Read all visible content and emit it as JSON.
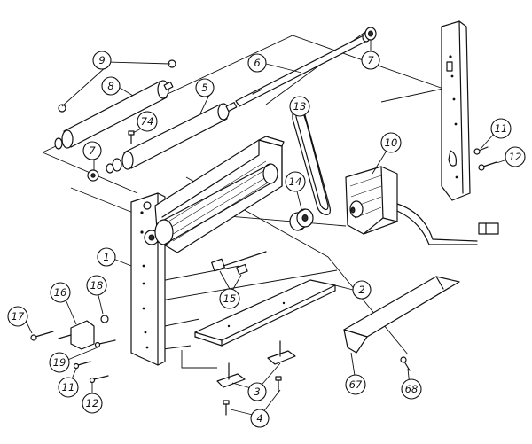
{
  "callouts": {
    "c1": "1",
    "c2": "2",
    "c3": "3",
    "c4": "4",
    "c5": "5",
    "c6": "6",
    "c7a": "7",
    "c7b": "7",
    "c8": "8",
    "c9": "9",
    "c10": "10",
    "c11a": "11",
    "c11b": "11",
    "c12a": "12",
    "c12b": "12",
    "c13": "13",
    "c14": "14",
    "c15": "15",
    "c16": "16",
    "c17": "17",
    "c18": "18",
    "c19": "19",
    "c67": "67",
    "c68": "68",
    "c74": "74"
  }
}
